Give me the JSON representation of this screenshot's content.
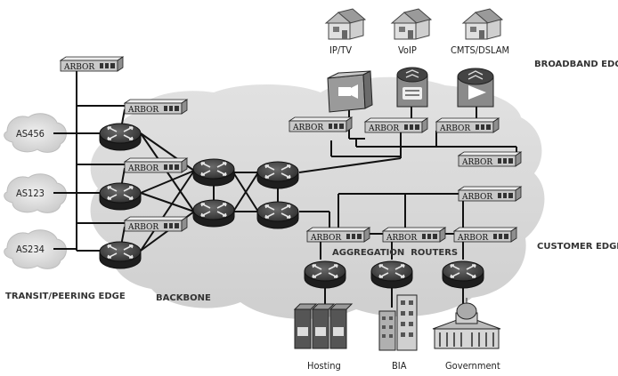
{
  "edges": {
    "broadband": "BROADBAND EDGE",
    "customer": "CUSTOMER EDGE",
    "transit": "TRANSIT/PEERING EDGE",
    "backbone": "BACKBONE"
  },
  "aggregation": "AGGREGATION  ROUTERS",
  "peers": {
    "as456": "AS456",
    "as123": "AS123",
    "as234": "AS234"
  },
  "services": {
    "iptv": "IP/TV",
    "voip": "VoIP",
    "cmts": "CMTS/DSLAM"
  },
  "customers": {
    "hosting": "Hosting",
    "bia": "BIA",
    "government": "Government"
  },
  "device_brand": "ARBOR",
  "colors": {
    "cloud": "#d9d9d9",
    "router": "#3a3a3a",
    "arbor": "#c9c9c9"
  }
}
